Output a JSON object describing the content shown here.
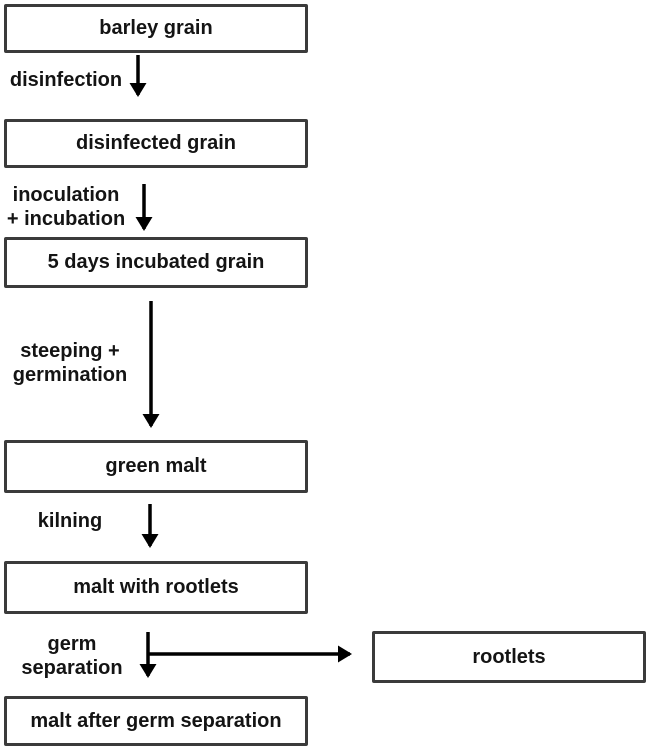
{
  "flowchart": {
    "nodes": [
      {
        "label": "barley grain"
      },
      {
        "label": "disinfected grain"
      },
      {
        "label": "5 days incubated grain"
      },
      {
        "label": "green malt"
      },
      {
        "label": "malt with rootlets"
      },
      {
        "label": "malt after germ separation"
      },
      {
        "label": "rootlets"
      }
    ],
    "steps": [
      {
        "lines": [
          "disinfection"
        ]
      },
      {
        "lines": [
          "inoculation",
          "+ incubation"
        ]
      },
      {
        "lines": [
          "steeping +",
          "germination"
        ]
      },
      {
        "lines": [
          "kilning"
        ]
      },
      {
        "lines": [
          "germ",
          "separation"
        ]
      }
    ],
    "colors": {
      "box_border": "#3b3b3b",
      "box_fill": "#ffffff",
      "text": "#141414",
      "arrow": "#000000",
      "background": "#ffffff"
    }
  }
}
